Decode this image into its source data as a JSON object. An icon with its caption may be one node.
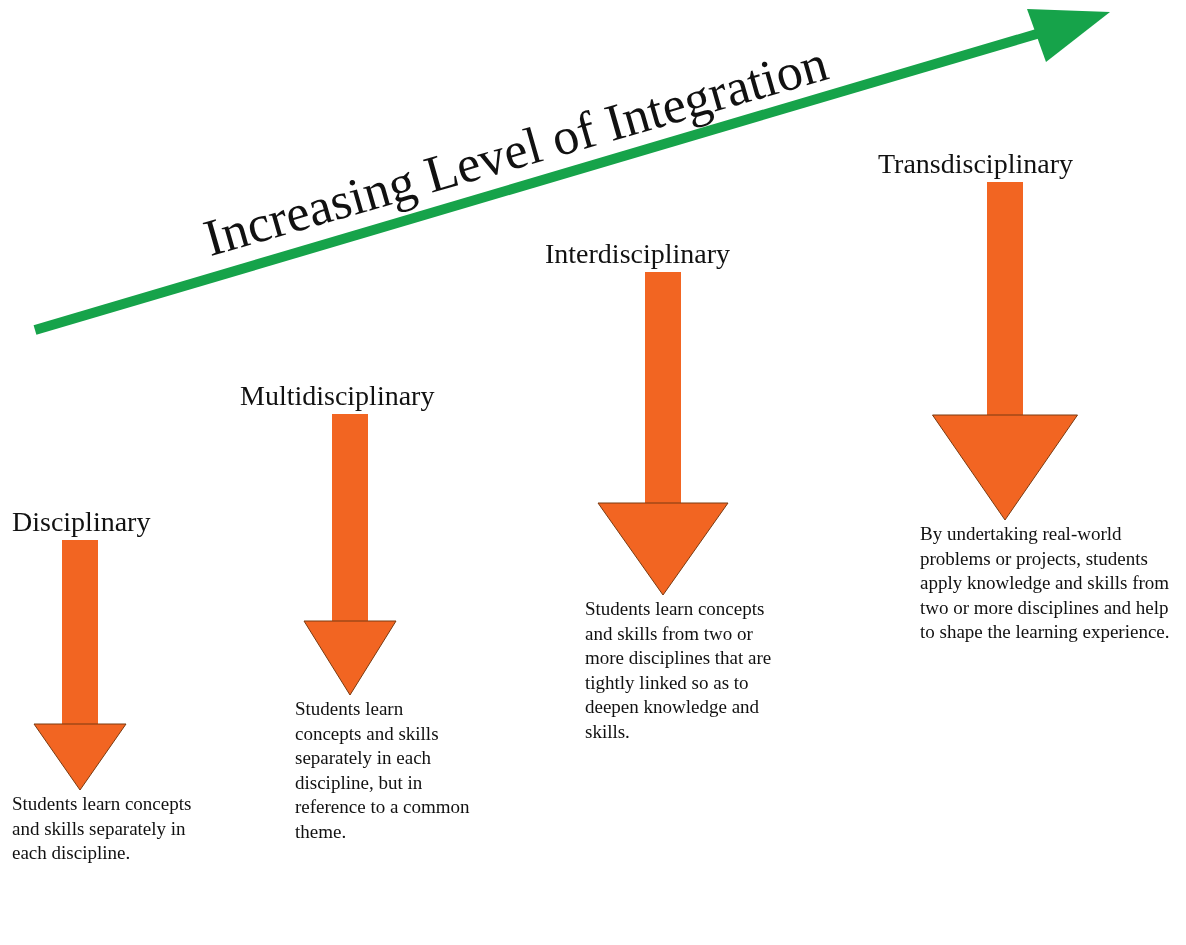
{
  "diagram": {
    "nodes": [
      {
        "text": [
          "Disciplinary"
        ]
      },
      {
        "text": [
          "Students learn concepts and skills separately in each discipline."
        ]
      },
      {
        "text": [
          "Multidisciplinary"
        ]
      },
      {
        "text": [
          "Students learn concepts and skills separately in each discipline, but in reference to a common theme."
        ]
      },
      {
        "text": [
          "Interdisciplinary"
        ]
      },
      {
        "text": [
          "Students learn concepts and skills from two or more disciplines that are tightly linked so as to deepen knowledge and skills."
        ]
      },
      {
        "text": [
          "Transdisciplinary"
        ]
      },
      {
        "text": [
          "By undertaking real-world problems or projects, students apply knowledge and skills from two or more disciplines and help to shape the learning experience."
        ]
      }
    ],
    "edges": [
      {
        "from": 0,
        "to": 1,
        "arrow": "to"
      },
      {
        "from": 2,
        "to": 3,
        "arrow": "to"
      },
      {
        "from": 4,
        "to": 5,
        "arrow": "to"
      },
      {
        "from": 6,
        "to": 7,
        "arrow": "to"
      }
    ],
    "labels": [
      "Increasing Level of Integration"
    ]
  }
}
